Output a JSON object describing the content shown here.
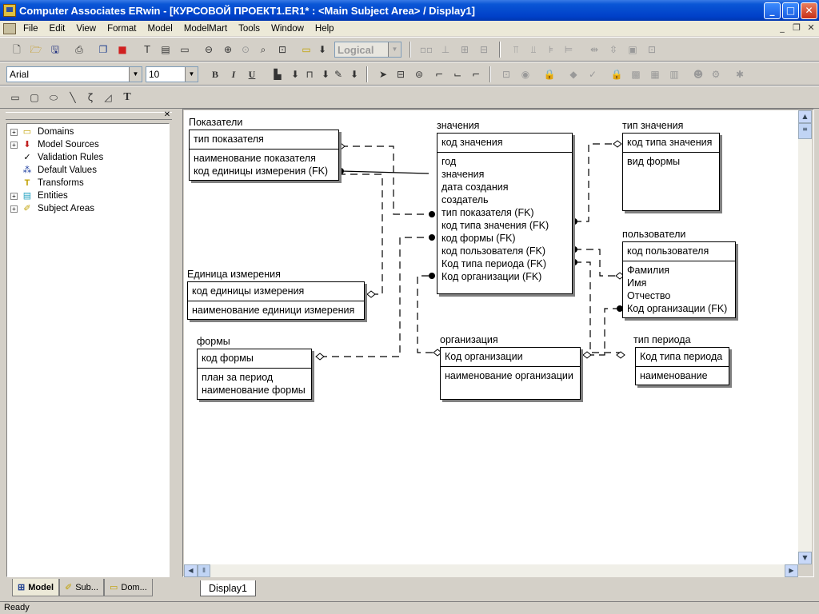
{
  "window": {
    "title": "Computer Associates ERwin - [КУРСОВОЙ ПРОЕКТ1.ER1* : <Main Subject Area> / Display1]",
    "minimize": "_",
    "maximize": "□",
    "close": "✕"
  },
  "menu": [
    "File",
    "Edit",
    "View",
    "Format",
    "Model",
    "ModelMart",
    "Tools",
    "Window",
    "Help"
  ],
  "mdi": {
    "minimize": "_",
    "restore": "❐",
    "close": "✕"
  },
  "toolbar": {
    "view_combo": "Logical",
    "font_combo": "Arial",
    "size_combo": "10",
    "bold": "B",
    "italic": "I",
    "underline": "U",
    "text_tool": "T"
  },
  "tree": {
    "items": [
      {
        "label": "Domains",
        "expand": "+"
      },
      {
        "label": "Model Sources",
        "expand": "+"
      },
      {
        "label": "Validation Rules",
        "expand": ""
      },
      {
        "label": "Default Values",
        "expand": ""
      },
      {
        "label": "Transforms",
        "expand": ""
      },
      {
        "label": "Entities",
        "expand": "+"
      },
      {
        "label": "Subject Areas",
        "expand": "+"
      }
    ],
    "close": "✕"
  },
  "panel_tabs": [
    "Model",
    "Sub...",
    "Dom..."
  ],
  "sheet_tab": "Display1",
  "status": "Ready",
  "entities": {
    "pokazateli": {
      "name": "Показатели",
      "pk": [
        "тип показателя"
      ],
      "attrs": [
        "наименование показателя",
        "код единицы измерения (FK)"
      ]
    },
    "znacheniya": {
      "name": "значения",
      "pk": [
        "код значения"
      ],
      "attrs": [
        "год",
        "значения",
        "дата создания",
        "создатель",
        "тип показателя (FK)",
        "код типа значения (FK)",
        "код формы (FK)",
        "код пользователя (FK)",
        "Код типа периода (FK)",
        "Код организации (FK)"
      ]
    },
    "tip_znacheniya": {
      "name": "тип значения",
      "pk": [
        "код типа значения"
      ],
      "attrs": [
        "вид формы"
      ]
    },
    "polzovateli": {
      "name": "пользователи",
      "pk": [
        "код пользователя"
      ],
      "attrs": [
        "Фамилия",
        "Имя",
        "Отчество",
        "Код организации (FK)"
      ]
    },
    "edinica": {
      "name": "Единица измерения",
      "pk": [
        "код единицы измерения"
      ],
      "attrs": [
        "наименование единици измерения"
      ]
    },
    "formy": {
      "name": "формы",
      "pk": [
        "код формы"
      ],
      "attrs": [
        "план за период",
        "наименование формы"
      ]
    },
    "organizaciya": {
      "name": "организация",
      "pk": [
        "Код организации"
      ],
      "attrs": [
        "наименование организации"
      ]
    },
    "tip_perioda": {
      "name": "тип периода",
      "pk": [
        "Код типа периода"
      ],
      "attrs": [
        "наименование"
      ]
    }
  }
}
